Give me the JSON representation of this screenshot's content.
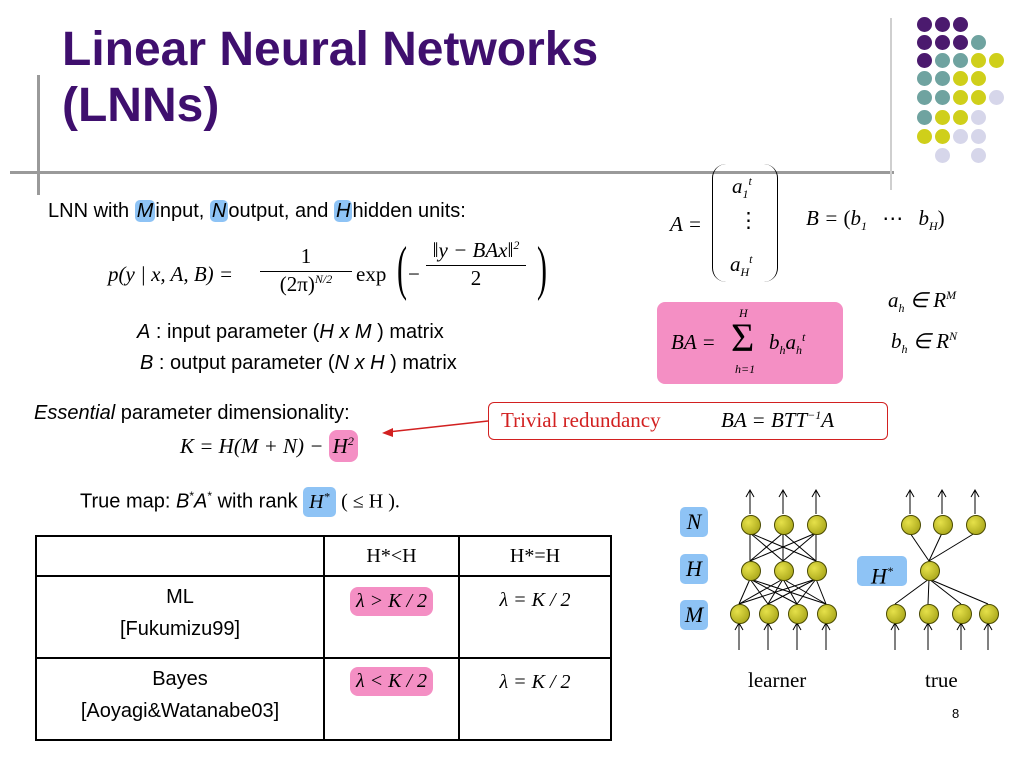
{
  "slide": {
    "title_line1": "Linear Neural Networks",
    "title_line2": "(LNNs)",
    "page_number": "8"
  },
  "intro": {
    "prefix": "LNN with",
    "M": "M",
    "input_text": "input,",
    "N": "N",
    "output_text": "output, and",
    "H": "H",
    "hidden_text": "hidden units:"
  },
  "model_eq": {
    "lhs": "p(y | x, A, B) =",
    "frac_num": "1",
    "frac_den": "(2π)",
    "frac_den_exp": "N/2",
    "exp_word": "exp",
    "minus": "−",
    "inner_num": "‖y − BAx‖",
    "inner_num_exp": "2",
    "inner_den": "2"
  },
  "params": {
    "A_sym": "A",
    "A_text": ": input parameter (",
    "A_dim": "H x M",
    "A_tail": ") matrix",
    "B_sym": "B",
    "B_text": ": output parameter (",
    "B_dim": "N x H",
    "B_tail": ") matrix"
  },
  "matrices": {
    "A_lhs": "A =",
    "A_top": "a",
    "A_top_sub": "1",
    "A_top_sup": "t",
    "A_mid": "⋮",
    "A_bot": "a",
    "A_bot_sub": "H",
    "A_bot_sup": "t",
    "B_lhs": "B =",
    "B_first": "b",
    "B_first_sub": "1",
    "B_dots": "⋯",
    "B_last": "b",
    "B_last_sub": "H"
  },
  "ba_box": {
    "lhs": "BA =",
    "sum": "Σ",
    "sum_top": "H",
    "sum_bottom": "h=1",
    "term": "b",
    "term_sub": "h",
    "term2": "a",
    "term2_sub": "h",
    "term2_sup": "t"
  },
  "membership": {
    "a_line": "a",
    "a_sub": "h",
    "a_rel": "∈ R",
    "a_sup": "M",
    "b_line": "b",
    "b_sub": "h",
    "b_rel": "∈ R",
    "b_sup": "N"
  },
  "essential": {
    "word": "Essential",
    "rest": "parameter dimensionality:",
    "eq_lhs": "K = H(M + N) −",
    "eq_H2": "H",
    "eq_H2_exp": "2"
  },
  "trivial": {
    "label": "Trivial redundancy",
    "eq": "BA = BTT",
    "eq_exp": "−1",
    "eq_tail": "A"
  },
  "true_map": {
    "prefix": "True map:",
    "B": "B",
    "star1": "*",
    "A": "A",
    "star2": "*",
    "mid": "with rank",
    "H": "H",
    "Hstar": "*",
    "tail": "( ≤ H ).",
    "dot": ""
  },
  "table": {
    "header": [
      "",
      "H*<H",
      "H*=H"
    ],
    "rows": [
      {
        "method": "ML",
        "ref": "[Fukumizu99]",
        "c1": "λ > K / 2",
        "c2": "λ = K / 2"
      },
      {
        "method": "Bayes",
        "ref": "[Aoyagi&Watanabe03]",
        "c1": "λ < K / 2",
        "c2": "λ = K / 2"
      }
    ]
  },
  "network": {
    "label_N": "N",
    "label_H": "H",
    "label_M": "M",
    "label_Hstar": "H",
    "label_Hstar_sup": "*",
    "caption_learner": "learner",
    "caption_true": "true"
  },
  "colors": {
    "title": "#3f0f6e",
    "highlight_blue": "#8ec3f5",
    "highlight_pink": "#f48fc4",
    "arrow_red": "#d22020",
    "dot_purple": "#4b1a6e",
    "dot_teal": "#6fa3a0",
    "dot_yellow": "#cfcf1a",
    "dot_lavender": "#d6d6ea"
  }
}
